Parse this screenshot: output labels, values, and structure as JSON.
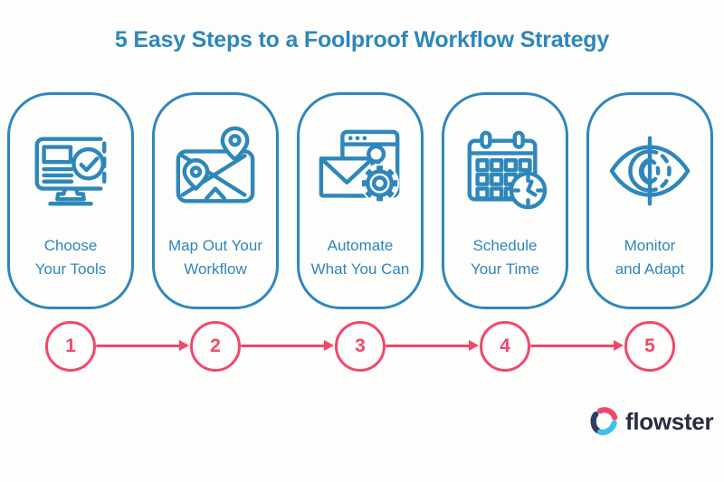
{
  "title": "5 Easy Steps to a Foolproof Workflow Strategy",
  "colors": {
    "accent_blue": "#2E87BB",
    "accent_pink": "#F2476A",
    "logo_navy": "#252E41",
    "logo_cyan": "#3FC0E8",
    "logo_pink": "#F0486C",
    "background": "#FDFDFB"
  },
  "steps": [
    {
      "number": "1",
      "label_line1": "Choose",
      "label_line2": "Your Tools",
      "icon": "monitor-check-icon"
    },
    {
      "number": "2",
      "label_line1": "Map Out Your",
      "label_line2": "Workflow",
      "icon": "map-pins-icon"
    },
    {
      "number": "3",
      "label_line1": "Automate",
      "label_line2": "What You Can",
      "icon": "envelope-gear-icon"
    },
    {
      "number": "4",
      "label_line1": "Schedule",
      "label_line2": "Your Time",
      "icon": "calendar-clock-icon"
    },
    {
      "number": "5",
      "label_line1": "Monitor",
      "label_line2": "and Adapt",
      "icon": "eye-icon"
    }
  ],
  "logo": {
    "text": "flowster",
    "icon": "flowster-logo-icon"
  }
}
